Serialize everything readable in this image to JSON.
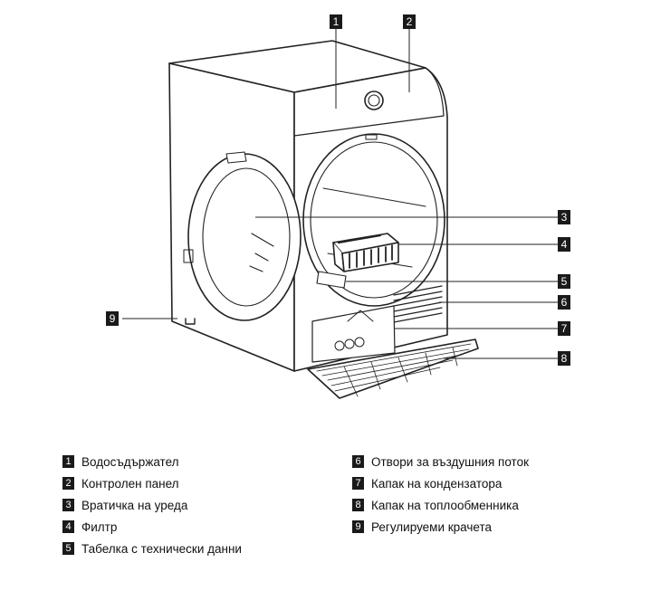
{
  "diagram": {
    "callouts": [
      {
        "num": "1"
      },
      {
        "num": "2"
      },
      {
        "num": "3"
      },
      {
        "num": "4"
      },
      {
        "num": "5"
      },
      {
        "num": "6"
      },
      {
        "num": "7"
      },
      {
        "num": "8"
      },
      {
        "num": "9"
      }
    ]
  },
  "legend": {
    "left": [
      {
        "num": "1",
        "text": "Водосъдържател"
      },
      {
        "num": "2",
        "text": "Контролен панел"
      },
      {
        "num": "3",
        "text": "Вратичка на уреда"
      },
      {
        "num": "4",
        "text": "Филтр"
      },
      {
        "num": "5",
        "text": "Табелка с технически данни"
      }
    ],
    "right": [
      {
        "num": "6",
        "text": "Отвори за въздушния поток"
      },
      {
        "num": "7",
        "text": "Капак на кондензатора"
      },
      {
        "num": "8",
        "text": "Капак на топлообменника"
      },
      {
        "num": "9",
        "text": "Регулируеми крачета"
      }
    ]
  }
}
